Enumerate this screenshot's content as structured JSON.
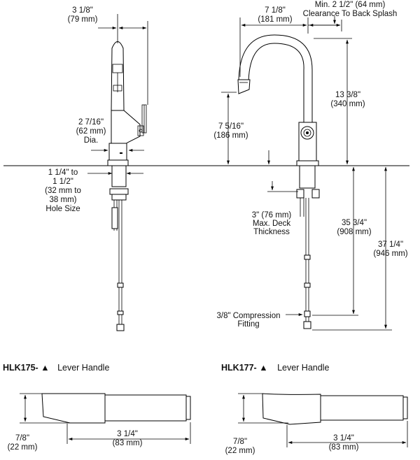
{
  "side_view": {
    "dim_width": [
      "3 1/8\"",
      "(79 mm)"
    ],
    "dim_base_dia": [
      "2 7/16\"",
      "(62 mm)",
      "Dia."
    ],
    "dim_hole": [
      "1 1/4\" to",
      "1 1/2\"",
      "(32 mm to",
      "38 mm)",
      "Hole Size"
    ]
  },
  "front_view": {
    "dim_clearance": [
      "Min. 2 1/2\" (64 mm)",
      "Clearance To Back Splash"
    ],
    "dim_reach": [
      "7 1/8\"",
      "(181 mm)"
    ],
    "dim_spout_height": [
      "7 5/16\"",
      "(186 mm)"
    ],
    "dim_overall_height": [
      "13 3/8\"",
      "(340 mm)"
    ],
    "dim_deck": [
      "3\" (76 mm)",
      "Max. Deck",
      "Thickness"
    ],
    "dim_below_a": [
      "35 3/4\"",
      "(908 mm)"
    ],
    "dim_below_b": [
      "37 1/4\"",
      "(946 mm)"
    ],
    "dim_fitting": [
      "3/8\" Compression",
      "Fitting"
    ]
  },
  "handles": [
    {
      "model": "HLK175-",
      "marker": "▲",
      "name": "Lever Handle",
      "height": [
        "7/8\"",
        "(22 mm)"
      ],
      "length": [
        "3 1/4\"",
        "(83 mm)"
      ]
    },
    {
      "model": "HLK177-",
      "marker": "▲",
      "name": "Lever Handle",
      "height": [
        "7/8\"",
        "(22 mm)"
      ],
      "length": [
        "3 1/4\"",
        "(83 mm)"
      ]
    }
  ]
}
